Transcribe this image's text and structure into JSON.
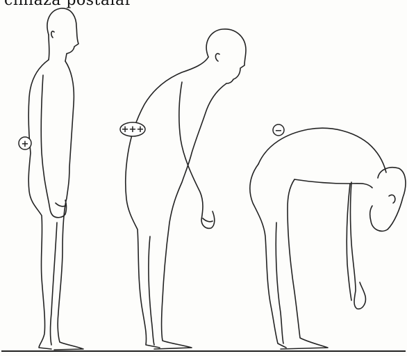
{
  "caption": {
    "text": "ciniaza  postalar"
  },
  "figures": [
    {
      "id": "upright",
      "badge": "+"
    },
    {
      "id": "forward-lean",
      "badge": "+++"
    },
    {
      "id": "deep-bend",
      "badge": "−"
    }
  ]
}
